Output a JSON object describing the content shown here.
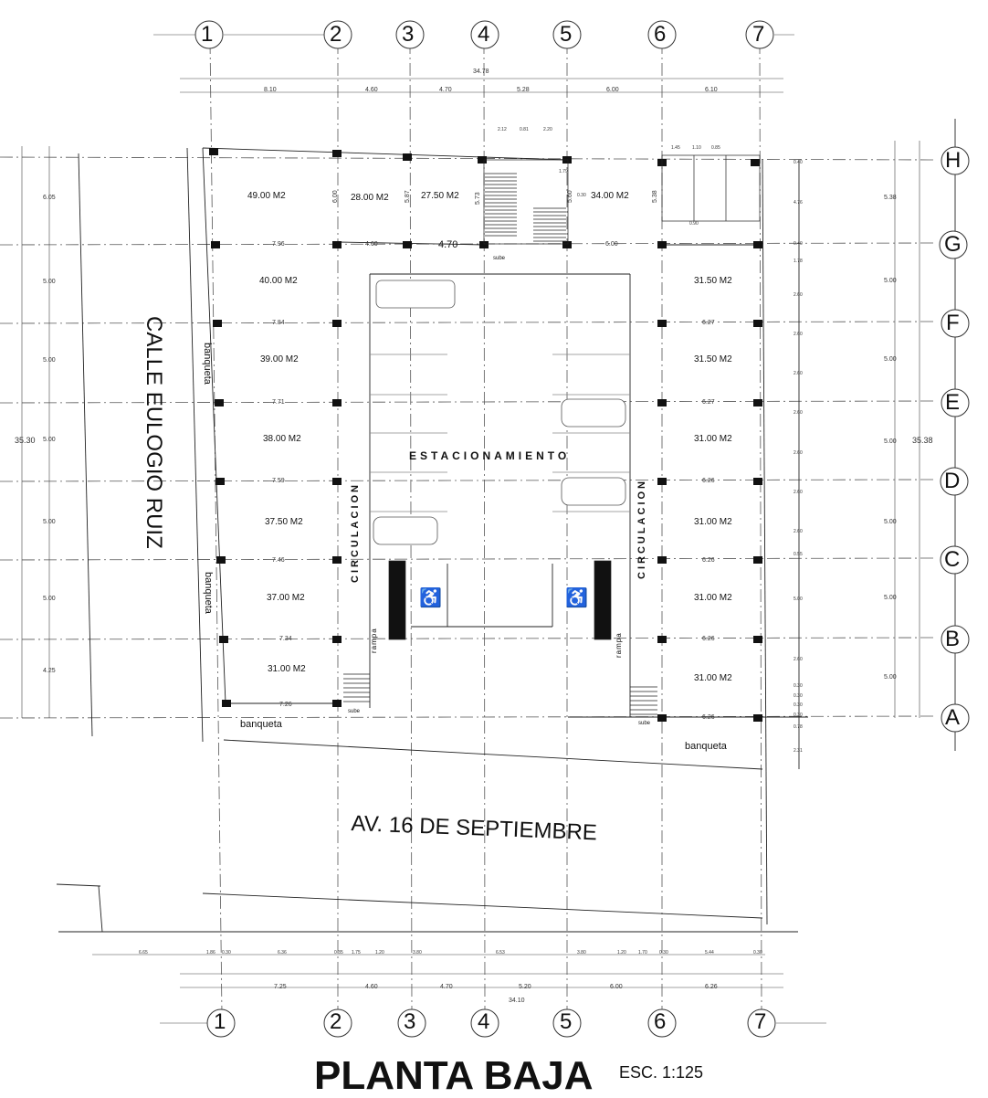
{
  "title": "PLANTA BAJA",
  "scale": "ESC. 1:125",
  "grid_columns": [
    "1",
    "2",
    "3",
    "4",
    "5",
    "6",
    "7"
  ],
  "grid_rows": [
    "H",
    "G",
    "F",
    "E",
    "D",
    "C",
    "B",
    "A"
  ],
  "streets": {
    "side": "CALLE EULOGIO RUIZ",
    "front": "AV.  16 DE SEPTIEMBRE"
  },
  "labels": {
    "parking": "ESTACIONAMIENTO",
    "circulation_left": "CIRCULACION",
    "circulation_right": "CIRCULACION",
    "ramp_left": "rampa",
    "ramp_right": "rampa",
    "sidewalk_1": "banqueta",
    "sidewalk_2": "banqueta",
    "sidewalk_3": "banqueta",
    "sidewalk_4": "banqueta",
    "up_1": "sube",
    "up_2": "sube",
    "up_3": "sube",
    "accessible_1": "♿",
    "accessible_2": "♿"
  },
  "areas": {
    "a1": "49.00 M2",
    "a2": "28.00 M2",
    "a3": "27.50 M2",
    "a4": "34.00 M2",
    "l1": "40.00 M2",
    "l2": "39.00 M2",
    "l3": "38.00 M2",
    "l4": "37.50 M2",
    "l5": "37.00 M2",
    "l6": "31.00 M2",
    "r1": "31.50 M2",
    "r2": "31.50 M2",
    "r3": "31.00 M2",
    "r4": "31.00 M2",
    "r5": "31.00 M2",
    "r6": "31.00 M2"
  },
  "dims_top": {
    "total": "34.78",
    "d1": "8.10",
    "d2": "4.60",
    "d3": "4.70",
    "d4": "5.28",
    "d5": "6.00",
    "d6": "6.10"
  },
  "dims_bottom": {
    "total": "34.10",
    "d1": "7.25",
    "d2": "4.60",
    "d3": "4.70",
    "d4": "5.20",
    "d5": "6.00",
    "d6": "6.26"
  },
  "dims_bottom_detail": [
    "6.65",
    "1.86",
    "0.30",
    "6.36",
    "0.35",
    "1.75",
    "1.20",
    "3.80",
    "6.53",
    "3.80",
    "1.20",
    "1.70",
    "0.30",
    "5.44",
    "0.30"
  ],
  "dims_left": {
    "total": "35.30",
    "d1": "6.05",
    "d2": "5.00",
    "d3": "5.00",
    "d4": "5.00",
    "d5": "5.00",
    "d6": "5.00",
    "d7": "4.25"
  },
  "dims_right": {
    "total": "35.38",
    "d1": "5.38",
    "d2": "5.00",
    "d3": "5.00",
    "d4": "5.00",
    "d5": "5.00",
    "d6": "5.00",
    "d7": "5.00"
  },
  "dims_inner_left": [
    "7.96",
    "7.84",
    "7.71",
    "7.59",
    "7.46",
    "7.34",
    "7.26"
  ],
  "dims_inner_mid": [
    "4.60",
    "4.70"
  ],
  "dims_inner_right": [
    "6.00",
    "6.27",
    "6.27",
    "6.26",
    "6.26",
    "6.26",
    "6.26"
  ],
  "dims_col_heights": [
    "6.00",
    "5.87",
    "5.73",
    "5.60",
    "5.38"
  ],
  "dims_stair": [
    "2.12",
    "0.81",
    "2.20",
    "1.79",
    "0.30"
  ],
  "dims_wc": [
    "1.45",
    "1.10",
    "0.85",
    "0.90"
  ],
  "dims_right_strip": [
    "0.40",
    "4.76",
    "0.40",
    "1.78",
    "2.60",
    "2.60",
    "2.60",
    "2.60",
    "2.60",
    "2.60",
    "2.60",
    "0.55",
    "5.00",
    "2.60",
    "0.30",
    "0.30",
    "0.30",
    "0.30",
    "0.78",
    "2.31"
  ]
}
